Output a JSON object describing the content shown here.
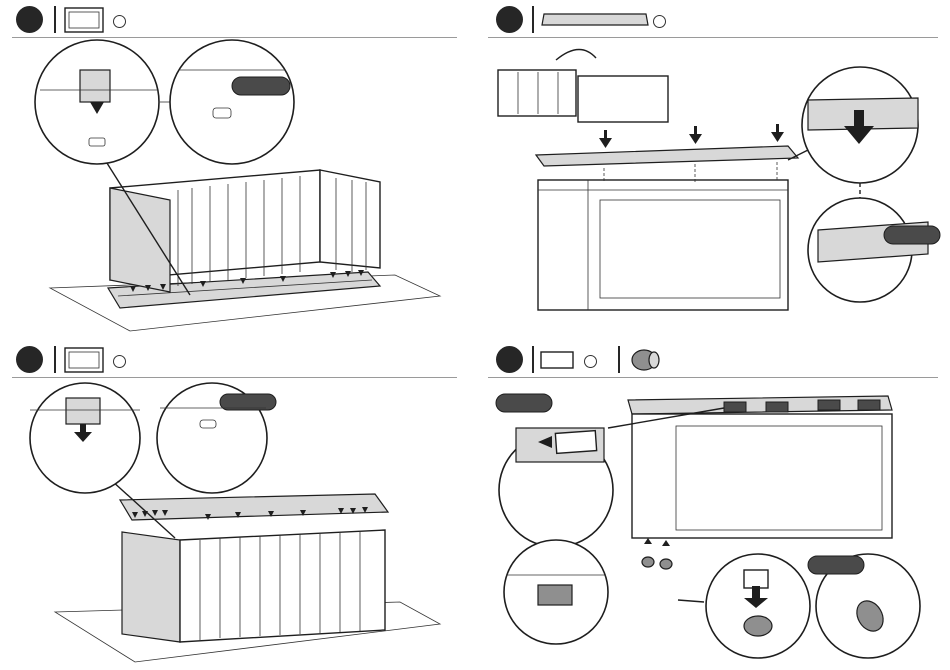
{
  "page": {
    "colors": {
      "ink": "#1e1e1e",
      "panel_fill": "#d8d8d8",
      "dark_part": "#4a4a4a",
      "rule": "#9a9a9a"
    }
  },
  "steps": [
    {
      "id": "step-1",
      "number": "",
      "parts_icons": [
        "side-panel-icon"
      ],
      "qty": ""
    },
    {
      "id": "step-2",
      "number": "",
      "parts_icons": [
        "lid-panel-icon"
      ],
      "qty": ""
    },
    {
      "id": "step-3",
      "number": "",
      "parts_icons": [
        "side-panel-icon"
      ],
      "qty": ""
    },
    {
      "id": "step-4",
      "number": "",
      "parts_icons": [
        "clip-icon",
        "screw-cap-icon"
      ],
      "qty": ""
    }
  ]
}
